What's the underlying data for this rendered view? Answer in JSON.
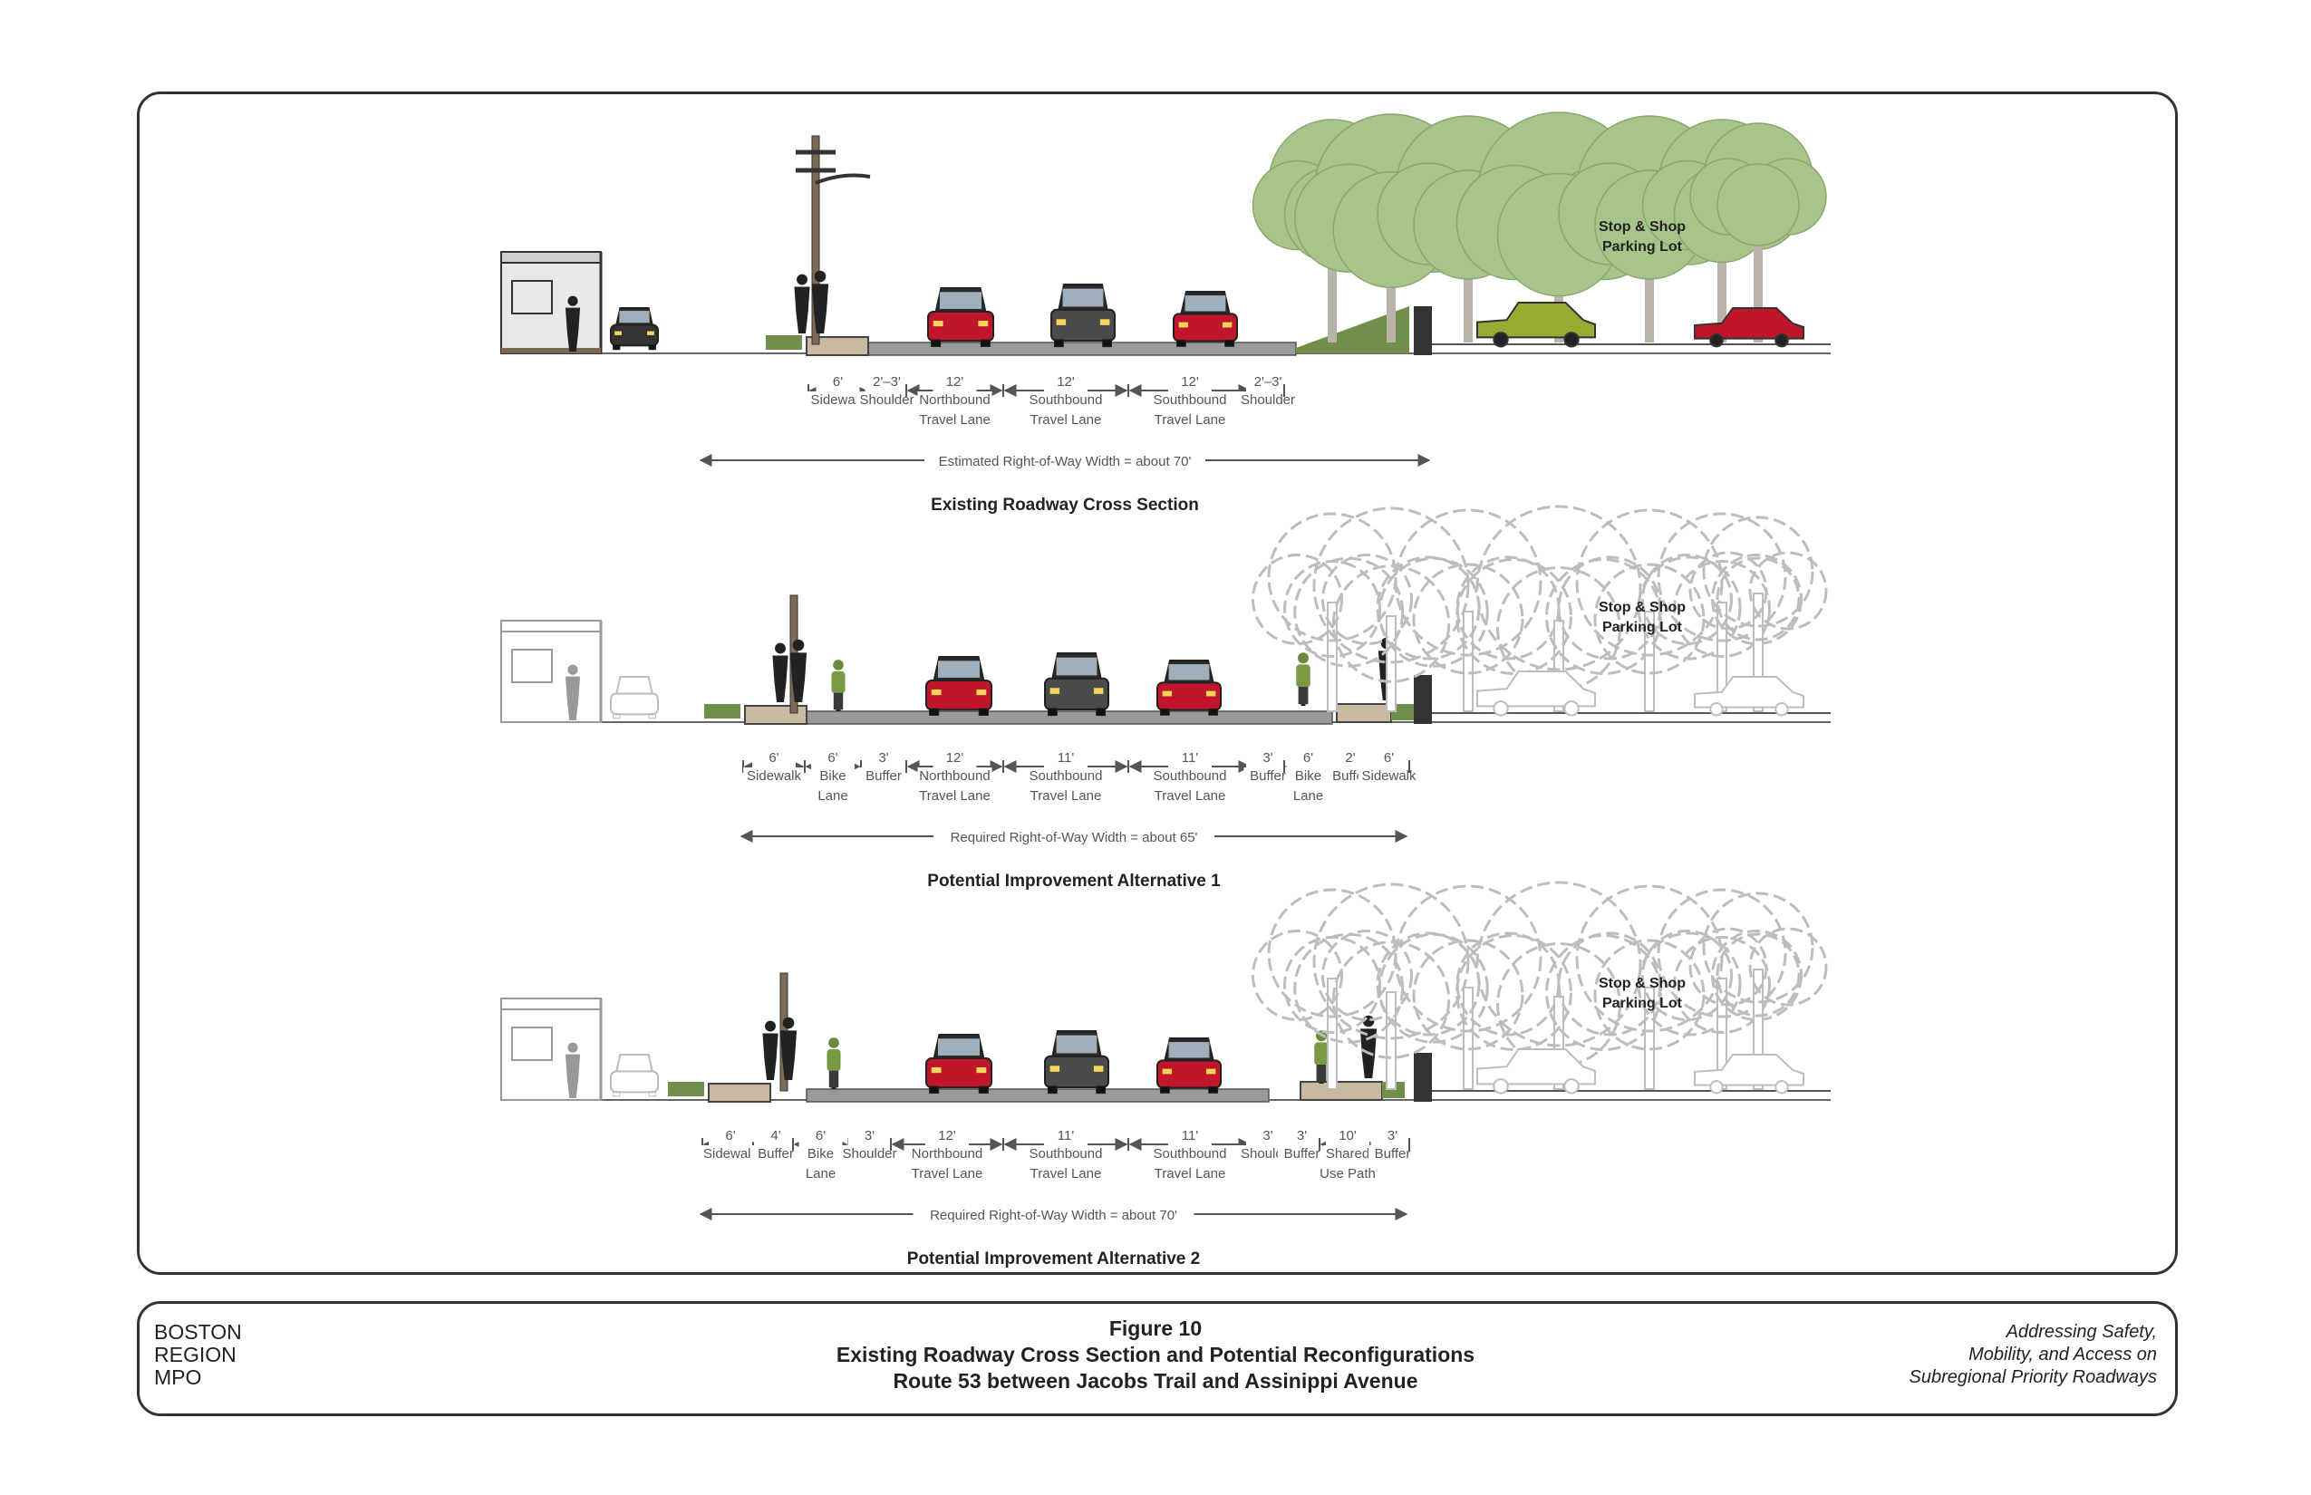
{
  "sections": [
    {
      "title": "Existing Roadway Cross Section",
      "parking_label": [
        "Stop & Shop",
        "Parking Lot"
      ],
      "right_of_way": "Estimated Right-of-Way Width = about 70'",
      "dims": [
        {
          "width": "6'",
          "label": [
            "Sidewalk"
          ]
        },
        {
          "width": "2'–3'",
          "label": [
            "Shoulder"
          ]
        },
        {
          "width": "12'",
          "label": [
            "Northbound",
            "Travel Lane"
          ]
        },
        {
          "width": "12'",
          "label": [
            "Southbound",
            "Travel Lane"
          ]
        },
        {
          "width": "12'",
          "label": [
            "Southbound",
            "Travel Lane"
          ]
        },
        {
          "width": "2'–3'",
          "label": [
            "Shoulder"
          ]
        }
      ]
    },
    {
      "title": "Potential Improvement Alternative 1",
      "parking_label": [
        "Stop & Shop",
        "Parking Lot"
      ],
      "right_of_way": "Required Right-of-Way Width = about 65'",
      "dims": [
        {
          "width": "6'",
          "label": [
            "Sidewalk"
          ]
        },
        {
          "width": "6'",
          "label": [
            "Bike",
            "Lane"
          ]
        },
        {
          "width": "3'",
          "label": [
            "Buffer"
          ]
        },
        {
          "width": "12'",
          "label": [
            "Northbound",
            "Travel Lane"
          ]
        },
        {
          "width": "11'",
          "label": [
            "Southbound",
            "Travel Lane"
          ]
        },
        {
          "width": "11'",
          "label": [
            "Southbound",
            "Travel Lane"
          ]
        },
        {
          "width": "3'",
          "label": [
            "Buffer"
          ]
        },
        {
          "width": "6'",
          "label": [
            "Bike",
            "Lane"
          ]
        },
        {
          "width": "2'",
          "label": [
            "Buffer"
          ]
        },
        {
          "width": "6'",
          "label": [
            "Sidewalk"
          ]
        }
      ]
    },
    {
      "title": "Potential Improvement Alternative 2",
      "parking_label": [
        "Stop & Shop",
        "Parking Lot"
      ],
      "right_of_way": "Required Right-of-Way Width = about 70'",
      "dims": [
        {
          "width": "6'",
          "label": [
            "Sidewalk"
          ]
        },
        {
          "width": "4'",
          "label": [
            "Buffer"
          ]
        },
        {
          "width": "6'",
          "label": [
            "Bike",
            "Lane"
          ]
        },
        {
          "width": "3'",
          "label": [
            "Shoulder"
          ]
        },
        {
          "width": "12'",
          "label": [
            "Northbound",
            "Travel Lane"
          ]
        },
        {
          "width": "11'",
          "label": [
            "Southbound",
            "Travel Lane"
          ]
        },
        {
          "width": "11'",
          "label": [
            "Southbound",
            "Travel Lane"
          ]
        },
        {
          "width": "3'",
          "label": [
            "Shoulder"
          ]
        },
        {
          "width": "3'",
          "label": [
            "Buffer"
          ]
        },
        {
          "width": "10'",
          "label": [
            "Shared",
            "Use Path"
          ]
        },
        {
          "width": "3'",
          "label": [
            "Buffer"
          ]
        }
      ]
    }
  ],
  "footer": {
    "org": [
      "BOSTON",
      "REGION",
      "MPO"
    ],
    "figure": "Figure 10",
    "title_line1": "Existing Roadway Cross Section and Potential Reconfigurations",
    "title_line2": "Route 53 between Jacobs Trail and Assinippi Avenue",
    "study": [
      "Addressing Safety,",
      "Mobility, and Access on",
      "Subregional Priority Roadways"
    ]
  },
  "colors": {
    "frame": "#333333",
    "road": "#9a9a9a",
    "grass": "#6f8f4a",
    "sidewalk": "#c9b9a1",
    "tree_green": "#a7c48a",
    "car_red": "#c0152a",
    "car_dark": "#4a4a4a",
    "car_olive": "#9aab33",
    "ghost": "#bdbdbd"
  }
}
